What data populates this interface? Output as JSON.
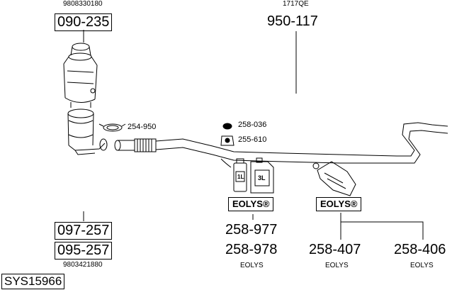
{
  "diagram": {
    "system_code": "SYS15966",
    "parts": {
      "cat_upper": {
        "ref": "9808330180",
        "number": "090-235"
      },
      "pipe": {
        "ref": "1717QE",
        "number": "950-117"
      },
      "clamp": {
        "number": "254-950"
      },
      "mount": {
        "number": "258-036"
      },
      "bolt_kit": {
        "number": "255-610"
      },
      "cat_lower_a": {
        "number": "097-257"
      },
      "cat_lower_b": {
        "ref": "9803421880",
        "number": "095-257"
      },
      "fluid_a": {
        "number": "258-977"
      },
      "fluid_b": {
        "number": "258-978",
        "note": "EOLYS"
      },
      "fluid_c": {
        "number": "258-407",
        "note": "EOLYS"
      },
      "fluid_d": {
        "number": "258-406",
        "note": "EOLYS"
      }
    },
    "brand_label": "EOLYS®",
    "bottle_labels": {
      "small": "1L",
      "large": "3L"
    }
  }
}
